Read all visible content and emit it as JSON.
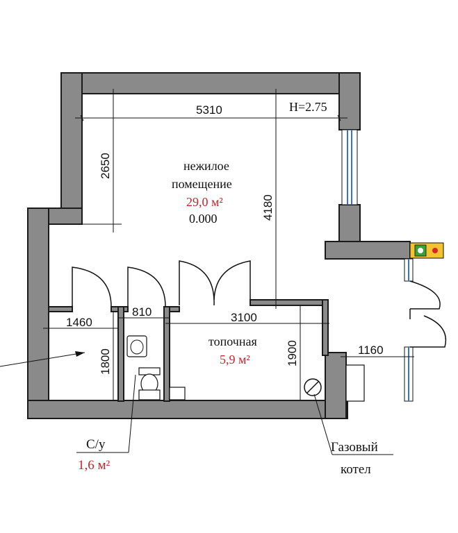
{
  "height_label": "H=2.75",
  "dimensions": {
    "main_width": "5310",
    "main_depth_left": "2650",
    "main_depth_right": "4180",
    "hall_width": "1460",
    "hall_depth": "1800",
    "wc_width": "810",
    "boiler_width": "3100",
    "boiler_depth": "1900",
    "entry_width": "1160"
  },
  "rooms": {
    "main": {
      "name_line1": "нежилое",
      "name_line2": "помещение",
      "area": "29,0 м²",
      "level": "0.000"
    },
    "boiler": {
      "name": "топочная",
      "area": "5,9 м²"
    }
  },
  "callouts": {
    "wc": {
      "name": "С/у",
      "area": "1,6 м²"
    },
    "gas_boiler": {
      "line1": "Газовый",
      "line2": "котел"
    }
  },
  "colors": {
    "wall_fill": "#8a8a8a",
    "area_text": "#c8262b",
    "window_glass": "#3b6fd6",
    "sign_green": "#3aa03a",
    "sign_red": "#d8262b"
  }
}
